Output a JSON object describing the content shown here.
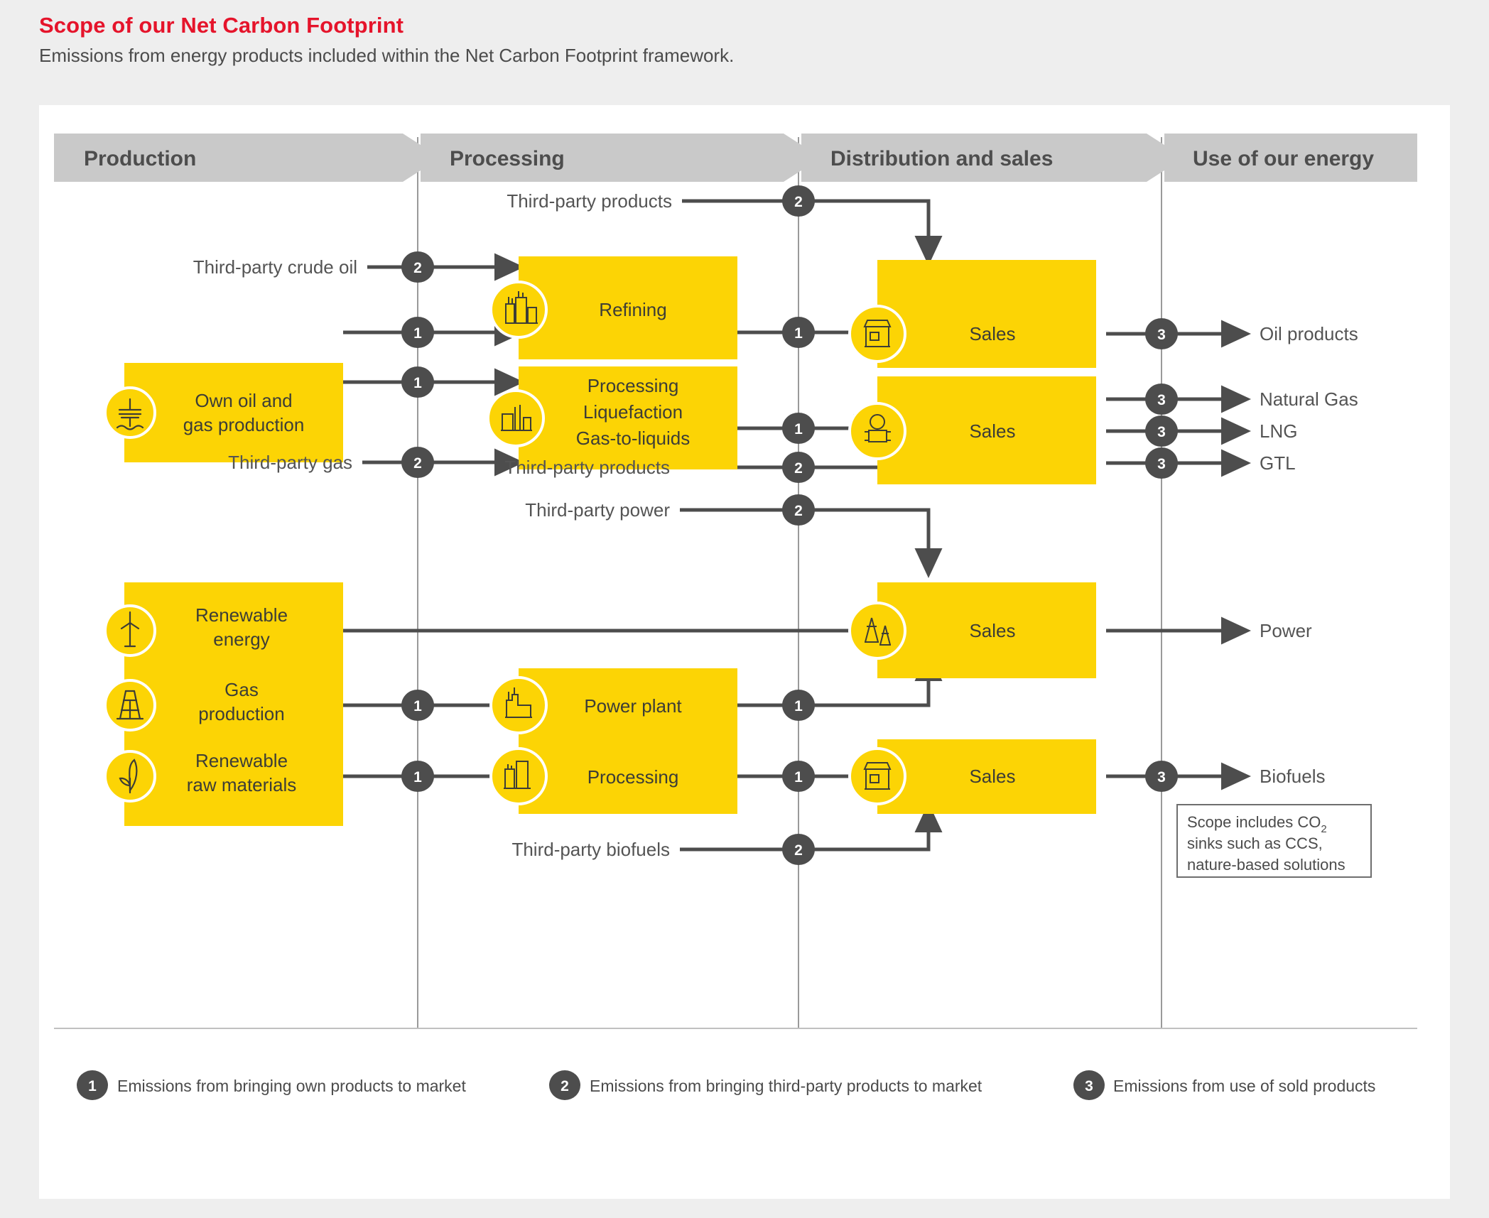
{
  "header": {
    "title": "Scope of our Net Carbon Footprint",
    "subtitle": "Emissions from energy products included within the Net Carbon Footprint framework.",
    "title_color": "#e5142b"
  },
  "palette": {
    "yellow": "#FCD405",
    "dark_gray": "#4d4d4d",
    "stage_bar": "#c9c9c9",
    "page_bg": "#eeeeee",
    "card_bg": "#ffffff"
  },
  "stages": [
    {
      "label": "Production"
    },
    {
      "label": "Processing"
    },
    {
      "label": "Distribution and sales"
    },
    {
      "label": "Use of our energy"
    }
  ],
  "production_boxes": [
    {
      "lines": [
        "Own oil and",
        "gas production"
      ],
      "icon": "oil-platform-icon"
    },
    {
      "lines": [
        "Renewable",
        "energy"
      ],
      "icon": "wind-turbine-icon"
    },
    {
      "lines": [
        "Gas",
        "production"
      ],
      "icon": "gas-derrick-icon"
    },
    {
      "lines": [
        "Renewable",
        "raw materials"
      ],
      "icon": "leaf-icon"
    }
  ],
  "processing_boxes": [
    {
      "lines": [
        "Refining"
      ],
      "icon": "refinery-icon"
    },
    {
      "lines": [
        "Processing",
        "Liquefaction",
        "Gas-to-liquids"
      ],
      "icon": "gas-plant-icon"
    },
    {
      "lines": [
        "Power plant"
      ],
      "icon": "power-plant-icon"
    },
    {
      "lines": [
        "Processing"
      ],
      "icon": "processing-plant-icon"
    }
  ],
  "sales_boxes": [
    {
      "label": "Sales",
      "icon": "fuel-station-icon"
    },
    {
      "label": "Sales",
      "icon": "gas-meter-icon"
    },
    {
      "label": "Sales",
      "icon": "pylon-icon"
    },
    {
      "label": "Sales",
      "icon": "fuel-station-icon"
    }
  ],
  "input_labels": [
    {
      "text": "Third-party crude oil",
      "badge": "2"
    },
    {
      "text": "Third-party gas",
      "badge": "2"
    },
    {
      "text": "Third-party products",
      "badge": "2"
    },
    {
      "text": "Third-party products",
      "badge": "2"
    },
    {
      "text": "Third-party power",
      "badge": "2"
    },
    {
      "text": "Third-party biofuels",
      "badge": "2"
    }
  ],
  "outputs": [
    {
      "label": "Oil products",
      "badge": "3"
    },
    {
      "label": "Natural Gas",
      "badge": "3"
    },
    {
      "label": "LNG",
      "badge": "3"
    },
    {
      "label": "GTL",
      "badge": "3"
    },
    {
      "label": "Power",
      "badge": ""
    },
    {
      "label": "Biofuels",
      "badge": "3"
    }
  ],
  "note": {
    "lines": [
      "Scope includes CO",
      "sinks such as CCS,",
      "nature-based solutions"
    ],
    "subscript": "2",
    "line1_prefix": "Scope includes CO",
    "line2": "sinks such as CCS,",
    "line3": "nature-based solutions"
  },
  "legend": [
    {
      "badge": "1",
      "text": "Emissions from bringing own products to market"
    },
    {
      "badge": "2",
      "text": "Emissions from bringing third-party products to market"
    },
    {
      "badge": "3",
      "text": "Emissions from use of sold products"
    }
  ],
  "flow_badges": {
    "own_to_refining": "1",
    "own_to_gasproc": "1",
    "refining_to_sales": "1",
    "gasproc_to_sales": "1",
    "gas_to_powerplant": "1",
    "powerplant_to_sales": "1",
    "rawmat_to_processing": "1",
    "processing_to_sales": "1"
  }
}
